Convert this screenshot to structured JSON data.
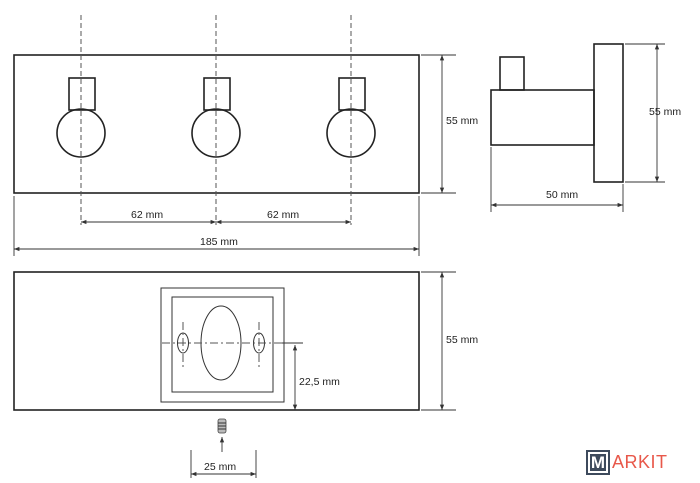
{
  "dimensions": {
    "front_height": "55 mm",
    "hook_spacing_left": "62 mm",
    "hook_spacing_right": "62 mm",
    "total_width": "185 mm",
    "side_height": "55 mm",
    "side_depth": "50 mm",
    "back_height": "55 mm",
    "mount_height": "22,5 mm",
    "screw_offset": "25 mm"
  },
  "logo": {
    "text": "MARKIT",
    "first": "M",
    "rest": "ARKIT",
    "color": "#e8584a",
    "box_color": "#3d4a5c"
  }
}
